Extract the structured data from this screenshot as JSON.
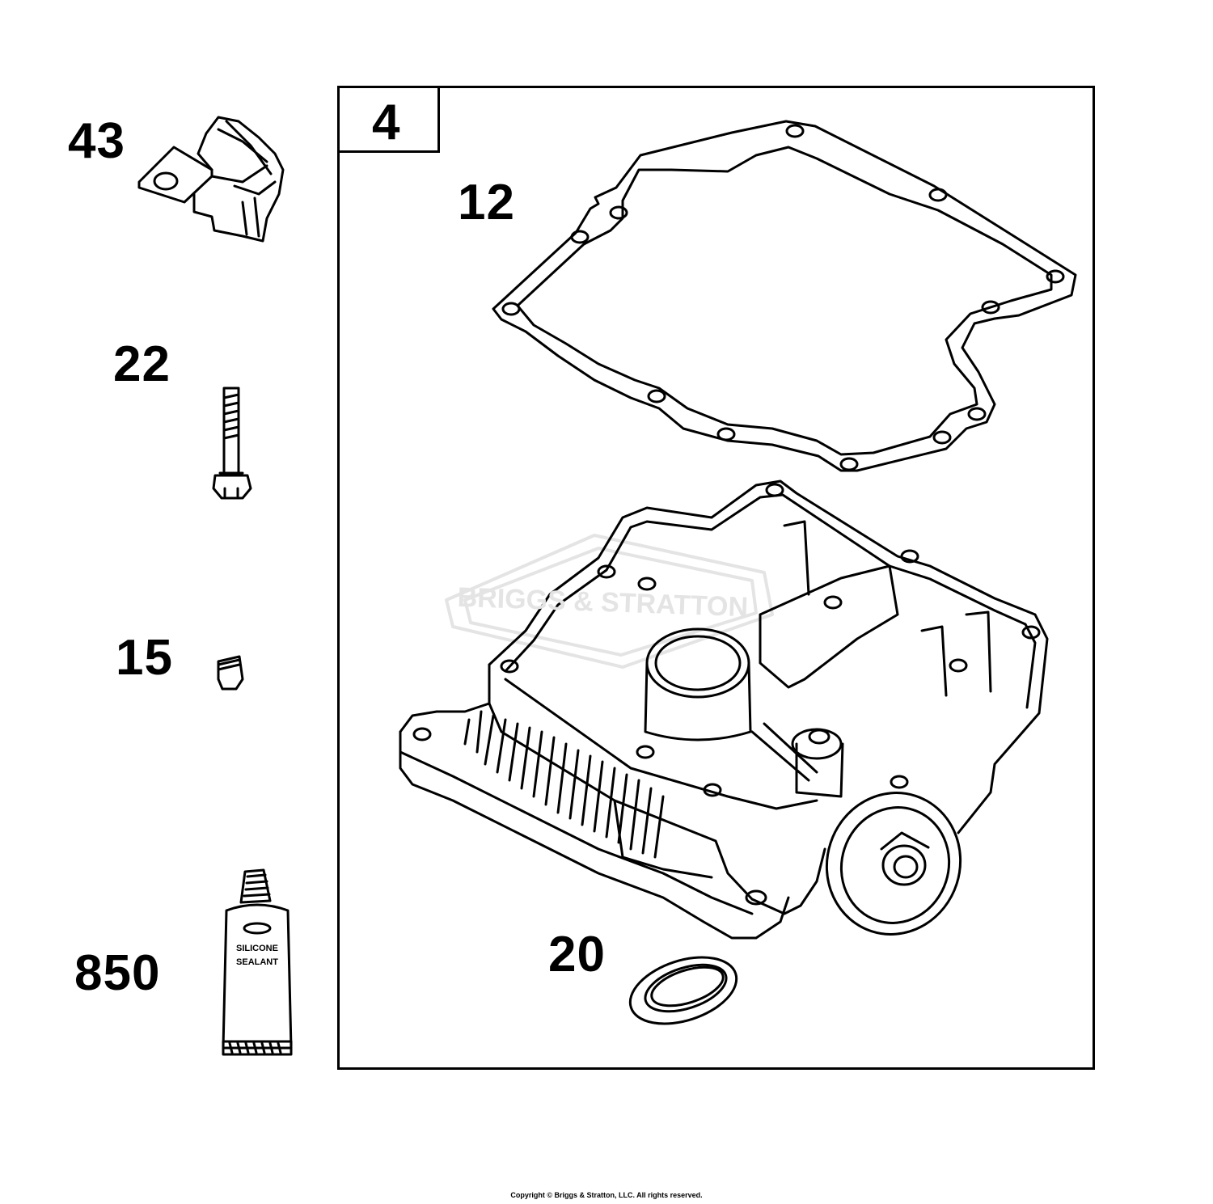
{
  "diagram": {
    "kit_label": "4",
    "callouts": {
      "oil_sensor": "43",
      "bolt": "22",
      "plug": "15",
      "sealant": "850",
      "gasket": "12",
      "seal": "20"
    },
    "sealant_tube_text": [
      "SILICONE",
      "SEALANT"
    ],
    "watermark": "BRIGGS & STRATTON",
    "copyright": "Copyright © Briggs & Stratton, LLC. All rights reserved."
  }
}
